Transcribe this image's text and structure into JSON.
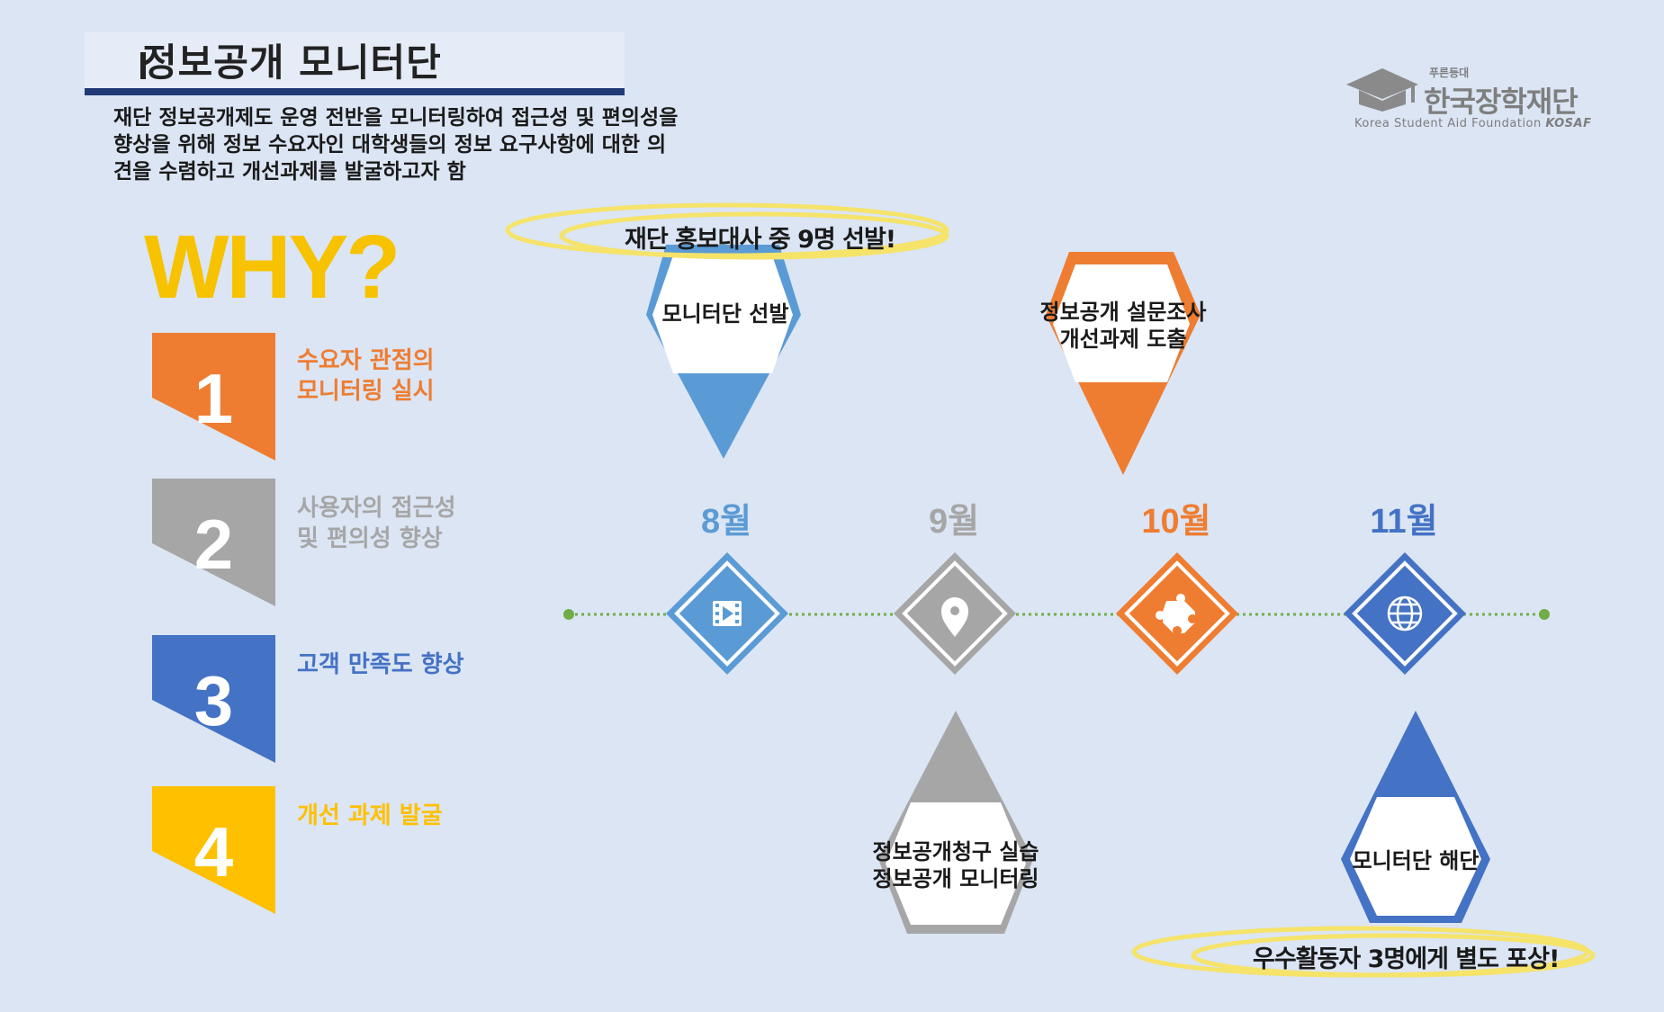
{
  "header": {
    "title": "정보공개 모니터단",
    "intro": "재단 정보공개제도 운영 전반을 모니터링하여 접근성 및 편의성을\n향상을 위해 정보 수요자인 대학생들의 정보 요구사항에 대한 의\n견을 수렴하고 개선과제를 발굴하고자 함"
  },
  "logo": {
    "small": "푸른등대",
    "main": "한국장학재단",
    "sub_en": "Korea Student Aid Foundation",
    "sub_abbr": "KOSAF"
  },
  "why": {
    "heading": "WHY?",
    "steps": [
      {
        "num": "1",
        "text": "수요자 관점의\n모니터링 실시",
        "color": "#ee7d31"
      },
      {
        "num": "2",
        "text": "사용자의 접근성\n및 편의성 향상",
        "color": "#a6a6a6"
      },
      {
        "num": "3",
        "text": "고객 만족도 향상",
        "color": "#4472c4"
      },
      {
        "num": "4",
        "text": "개선 과제 발굴",
        "color": "#ffc000"
      }
    ]
  },
  "timeline": {
    "months": [
      {
        "label": "8월",
        "color": "#5b9bd5",
        "icon": "video-icon"
      },
      {
        "label": "9월",
        "color": "#a6a6a6",
        "icon": "map-pin-icon"
      },
      {
        "label": "10월",
        "color": "#ee7d31",
        "icon": "puzzle-icon"
      },
      {
        "label": "11월",
        "color": "#4472c4",
        "icon": "globe-icon"
      }
    ],
    "events": {
      "aug": "모니터단 선발",
      "sep": "정보공개청구 실습\n정보공개 모니터링",
      "oct": "정보공개 설문조사\n개선과제 도출",
      "nov": "모니터단 해단"
    },
    "highlights": {
      "top": "재단 홍보대사 중 9명 선발!",
      "bottom": "우수활동자 3명에게 별도 포상!"
    },
    "line_color": "#70ad47",
    "ring_color": "#f5e36a"
  }
}
